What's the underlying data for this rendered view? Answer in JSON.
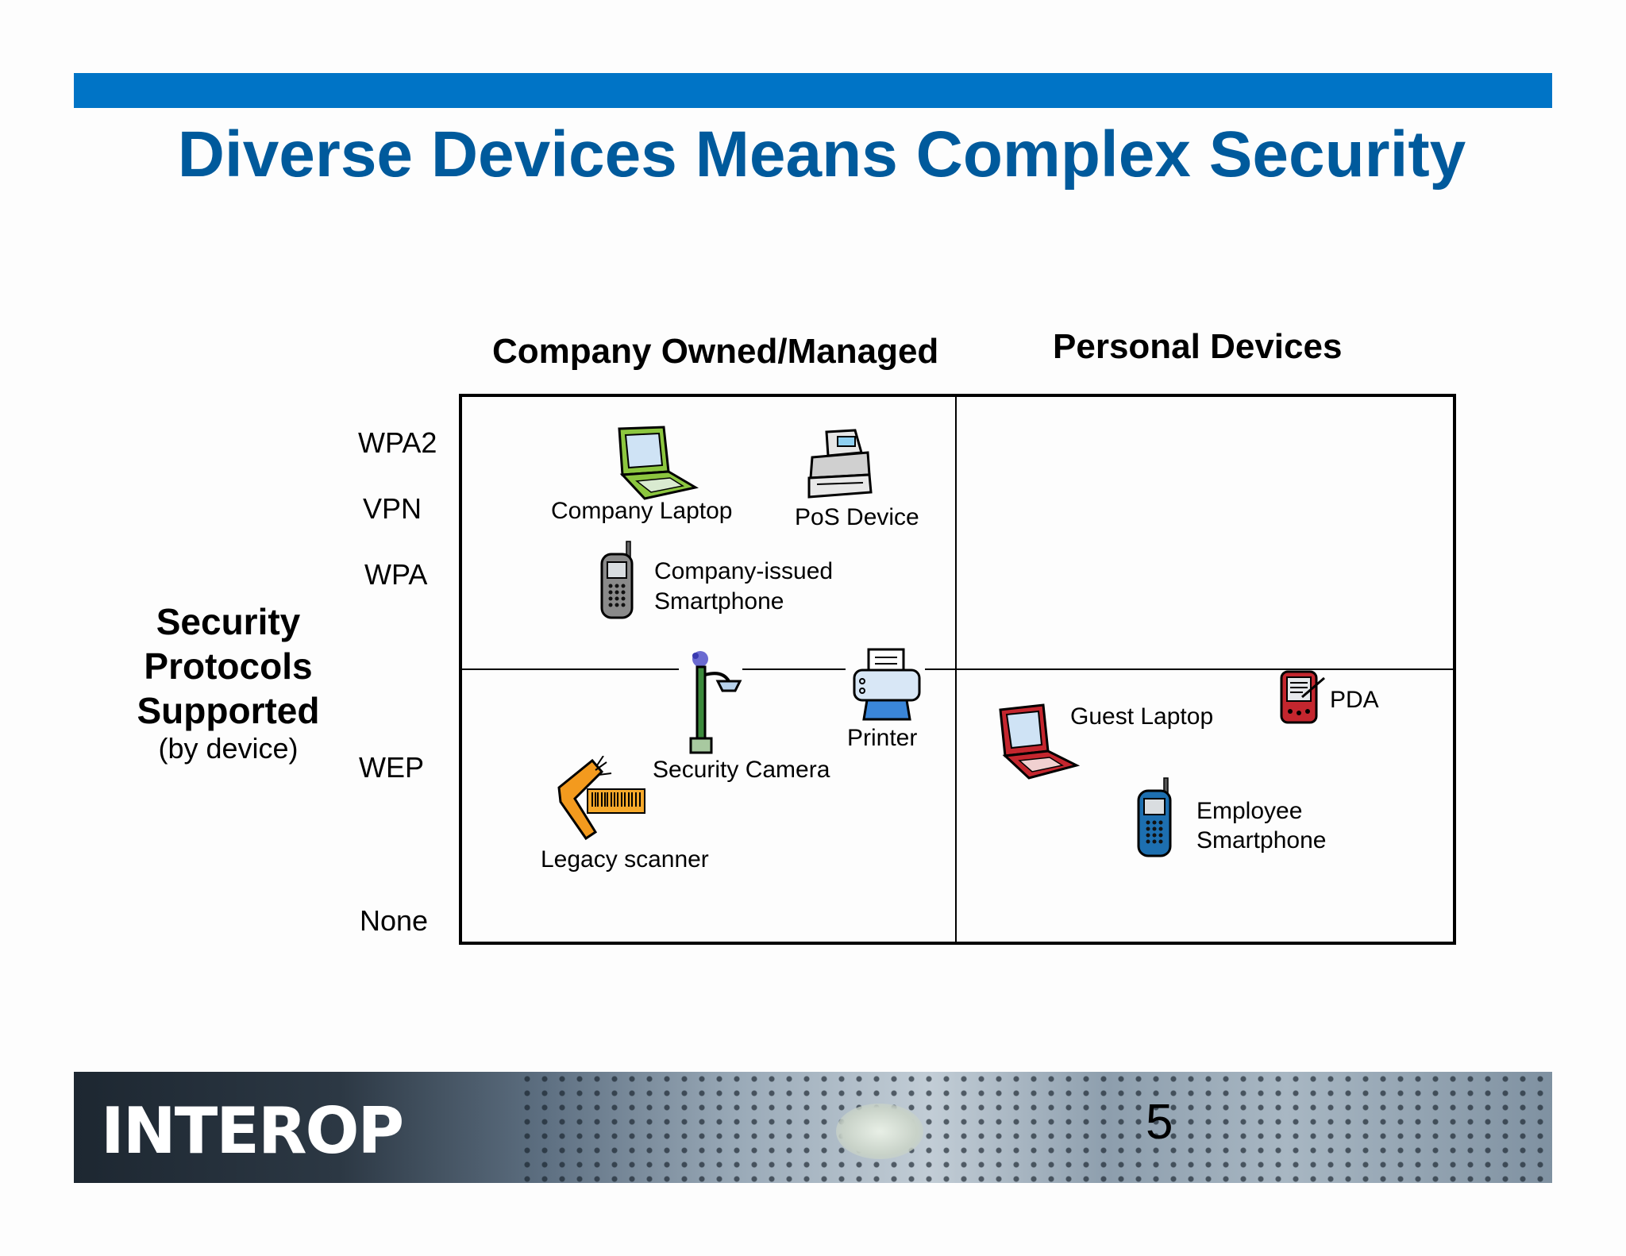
{
  "title": "Diverse Devices Means Complex Security",
  "columns": [
    "Company Owned/Managed",
    "Personal Devices"
  ],
  "y_axis": {
    "title_lines": [
      "Security",
      "Protocols",
      "Supported"
    ],
    "subtitle": "(by device)",
    "levels": [
      "WPA2",
      "VPN",
      "WPA",
      "WEP",
      "None"
    ]
  },
  "devices": {
    "company_laptop": "Company Laptop",
    "pos_device": "PoS Device",
    "company_smartphone_line1": "Company-issued",
    "company_smartphone_line2": "Smartphone",
    "printer": "Printer",
    "security_camera": "Security Camera",
    "legacy_scanner": "Legacy scanner",
    "guest_laptop": "Guest Laptop",
    "pda": "PDA",
    "employee_smartphone_line1": "Employee",
    "employee_smartphone_line2": "Smartphone"
  },
  "footer": {
    "logo": "INTEROP",
    "page_number": "5"
  },
  "colors": {
    "accent": "#0074c6",
    "title": "#005a9c"
  }
}
